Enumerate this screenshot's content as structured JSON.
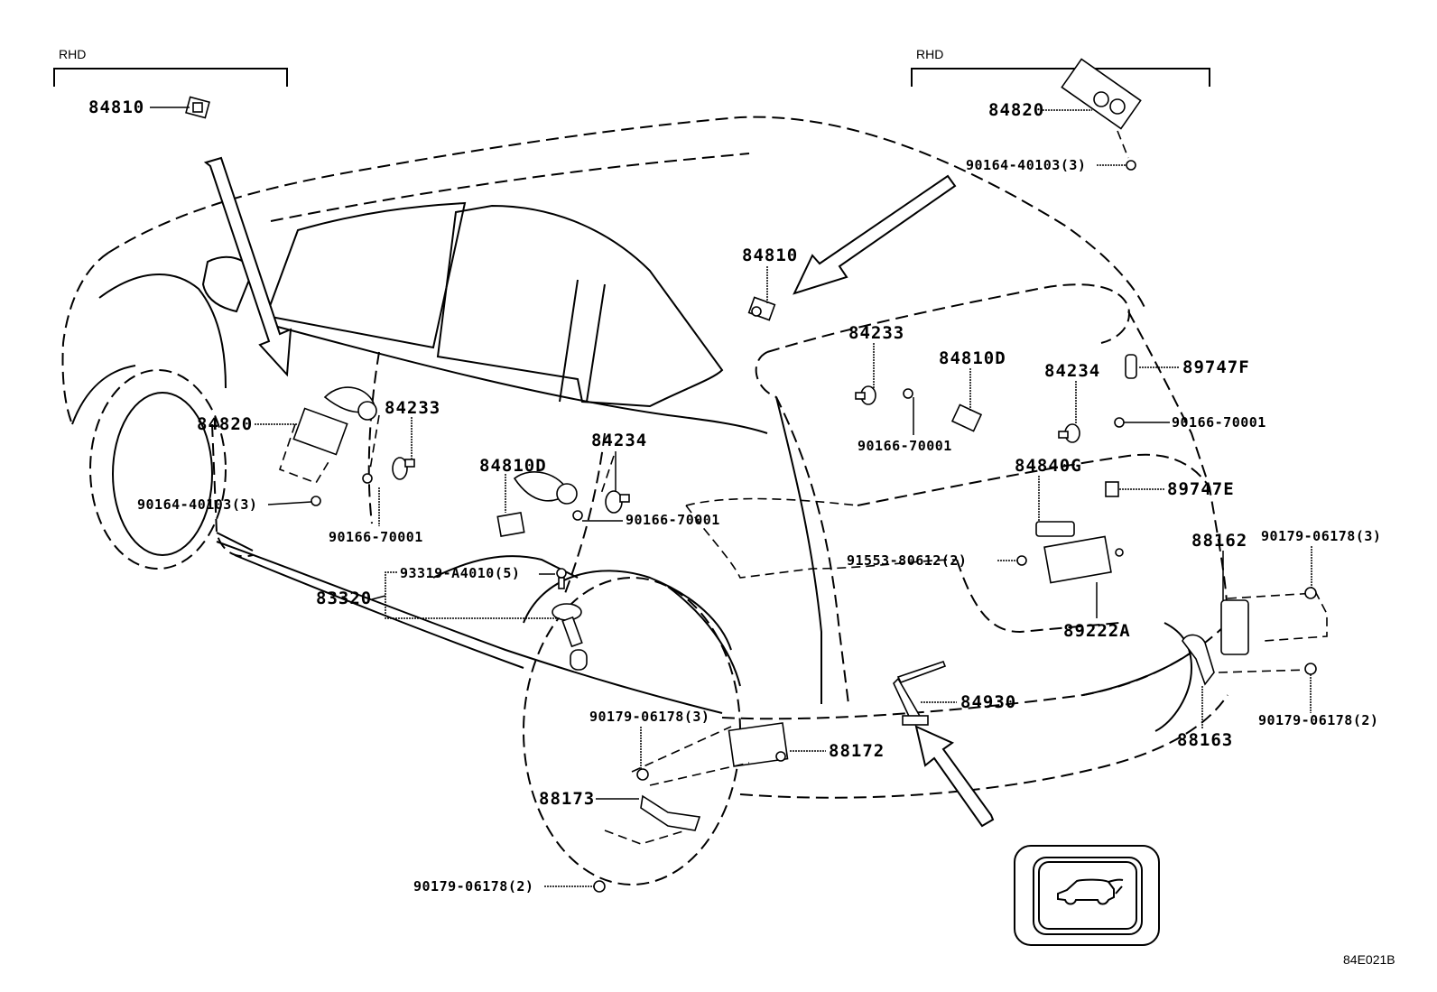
{
  "diagram": {
    "title_code": "84E021B",
    "rhd_notes": [
      {
        "id": "rhd-left",
        "text": "RHD"
      },
      {
        "id": "rhd-right",
        "text": "RHD"
      }
    ],
    "callouts": [
      {
        "id": "c01",
        "part_no": "84810",
        "qty": null,
        "desc_region": "RHD left box"
      },
      {
        "id": "c02",
        "part_no": "84820",
        "qty": null,
        "desc_region": "RHD right box"
      },
      {
        "id": "c03",
        "part_no": "90164-40103",
        "qty": 3,
        "desc_region": "RHD right box"
      },
      {
        "id": "c04",
        "part_no": "84810",
        "qty": null,
        "desc_region": "roof pillar"
      },
      {
        "id": "c05",
        "part_no": "84820",
        "qty": null,
        "desc_region": "front door"
      },
      {
        "id": "c06",
        "part_no": "84233",
        "qty": null,
        "desc_region": "front door"
      },
      {
        "id": "c07",
        "part_no": "90164-40103",
        "qty": 3,
        "desc_region": "front door"
      },
      {
        "id": "c08",
        "part_no": "90166-70001",
        "qty": null,
        "desc_region": "front door"
      },
      {
        "id": "c09",
        "part_no": "84810D",
        "qty": null,
        "desc_region": "rear door"
      },
      {
        "id": "c10",
        "part_no": "84234",
        "qty": null,
        "desc_region": "rear door"
      },
      {
        "id": "c11",
        "part_no": "90166-70001",
        "qty": null,
        "desc_region": "rear door"
      },
      {
        "id": "c12",
        "part_no": "93319-A4010",
        "qty": 5,
        "desc_region": "fender"
      },
      {
        "id": "c13",
        "part_no": "83320",
        "qty": null,
        "desc_region": "fender"
      },
      {
        "id": "c14",
        "part_no": "84233",
        "qty": null,
        "desc_region": "back door"
      },
      {
        "id": "c15",
        "part_no": "84810D",
        "qty": null,
        "desc_region": "back door"
      },
      {
        "id": "c16",
        "part_no": "90166-70001",
        "qty": null,
        "desc_region": "back door"
      },
      {
        "id": "c17",
        "part_no": "84234",
        "qty": null,
        "desc_region": "back door"
      },
      {
        "id": "c18",
        "part_no": "89747F",
        "qty": null,
        "desc_region": "back door"
      },
      {
        "id": "c19",
        "part_no": "90166-70001",
        "qty": null,
        "desc_region": "back door"
      },
      {
        "id": "c20",
        "part_no": "84840G",
        "qty": null,
        "desc_region": "back door"
      },
      {
        "id": "c21",
        "part_no": "89747E",
        "qty": null,
        "desc_region": "back door"
      },
      {
        "id": "c22",
        "part_no": "91553-80612",
        "qty": 2,
        "desc_region": "back door"
      },
      {
        "id": "c23",
        "part_no": "89222A",
        "qty": null,
        "desc_region": "back door"
      },
      {
        "id": "c24",
        "part_no": "88162",
        "qty": null,
        "desc_region": "rear bumper"
      },
      {
        "id": "c25",
        "part_no": "90179-06178",
        "qty": 3,
        "desc_region": "rear bumper"
      },
      {
        "id": "c26",
        "part_no": "90179-06178",
        "qty": 2,
        "desc_region": "rear bumper"
      },
      {
        "id": "c27",
        "part_no": "88163",
        "qty": null,
        "desc_region": "rear bumper"
      },
      {
        "id": "c28",
        "part_no": "84930",
        "qty": null,
        "desc_region": "back door"
      },
      {
        "id": "c29",
        "part_no": "90179-06178",
        "qty": 3,
        "desc_region": "rear quarter"
      },
      {
        "id": "c30",
        "part_no": "88172",
        "qty": null,
        "desc_region": "rear quarter"
      },
      {
        "id": "c31",
        "part_no": "88173",
        "qty": null,
        "desc_region": "rear quarter"
      },
      {
        "id": "c32",
        "part_no": "90179-06178",
        "qty": 2,
        "desc_region": "rear quarter"
      }
    ],
    "labels": {
      "c01": "84810",
      "c02": "84820",
      "c03": "90164-40103(3)",
      "c04": "84810",
      "c05": "84820",
      "c06": "84233",
      "c07": "90164-40103(3)",
      "c08": "90166-70001",
      "c09": "84810D",
      "c10": "84234",
      "c11": "90166-70001",
      "c12": "93319-A4010(5)",
      "c13": "83320",
      "c14": "84233",
      "c15": "84810D",
      "c16": "90166-70001",
      "c17": "84234",
      "c18": "89747F",
      "c19": "90166-70001",
      "c20": "84840G",
      "c21": "89747E",
      "c22": "91553-80612(2)",
      "c23": "89222A",
      "c24": "88162",
      "c25": "90179-06178(3)",
      "c26": "90179-06178(2)",
      "c27": "88163",
      "c28": "84930",
      "c29": "90179-06178(3)",
      "c30": "88172",
      "c31": "88173",
      "c32": "90179-06178(2)"
    },
    "inset_icon": "power-back-door-switch-icon"
  }
}
